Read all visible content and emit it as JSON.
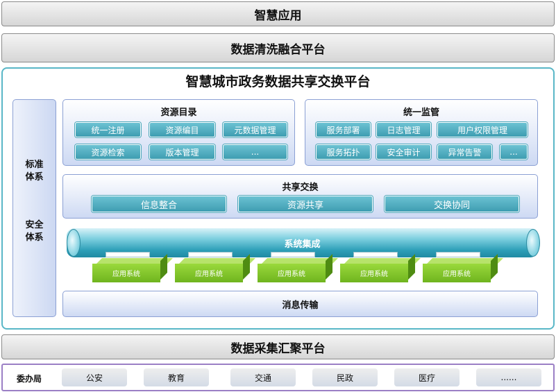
{
  "layers": {
    "smart_apps": "智慧应用",
    "data_cleaning": "数据清洗融合平台",
    "data_collection": "数据采集汇聚平台"
  },
  "main": {
    "title": "智慧城市政务数据共享交换平台",
    "side": {
      "standards": "标准\n体系",
      "security": "安全\n体系"
    },
    "catalog": {
      "title": "资源目录",
      "items": [
        "统一注册",
        "资源编目",
        "元数据管理",
        "资源检索",
        "版本管理",
        "..."
      ]
    },
    "supervision": {
      "title": "统一监管",
      "items": [
        "服务部署",
        "日志管理",
        "用户权限管理",
        "服务拓扑",
        "安全审计",
        "异常告警",
        "..."
      ]
    },
    "exchange": {
      "title": "共享交换",
      "items": [
        "信息整合",
        "资源共享",
        "交换协同"
      ]
    },
    "integration": {
      "label": "系统集成",
      "apps": [
        "应用系统",
        "应用系统",
        "应用系统",
        "应用系统",
        "应用系统"
      ]
    },
    "messaging": "消息传输"
  },
  "departments": {
    "label": "委办局",
    "items": [
      "公安",
      "教育",
      "交通",
      "民政",
      "医疗",
      "......"
    ]
  }
}
